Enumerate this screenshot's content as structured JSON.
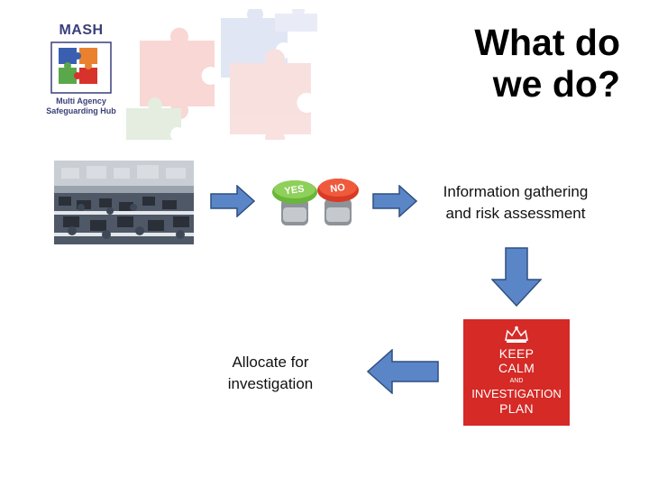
{
  "title": {
    "line1": "What do",
    "line2": "we do?"
  },
  "logo": {
    "name": "MASH",
    "subtitle_line1": "Multi Agency",
    "subtitle_line2": "Safeguarding Hub"
  },
  "buttons_image": {
    "yes_label": "YES",
    "no_label": "NO"
  },
  "info_text": {
    "line1": "Information gathering",
    "line2": "and risk assessment"
  },
  "allocate_text": {
    "line1": "Allocate for",
    "line2": "investigation"
  },
  "poster": {
    "line1": "KEEP",
    "line2": "CALM",
    "line3": "AND",
    "line4": "INVESTIGATION",
    "line5": "PLAN"
  },
  "colors": {
    "arrow_fill": "#5a86c8",
    "arrow_stroke": "#2f4f80",
    "poster_bg": "#d52a26",
    "logo_text": "#3a3f7a"
  }
}
